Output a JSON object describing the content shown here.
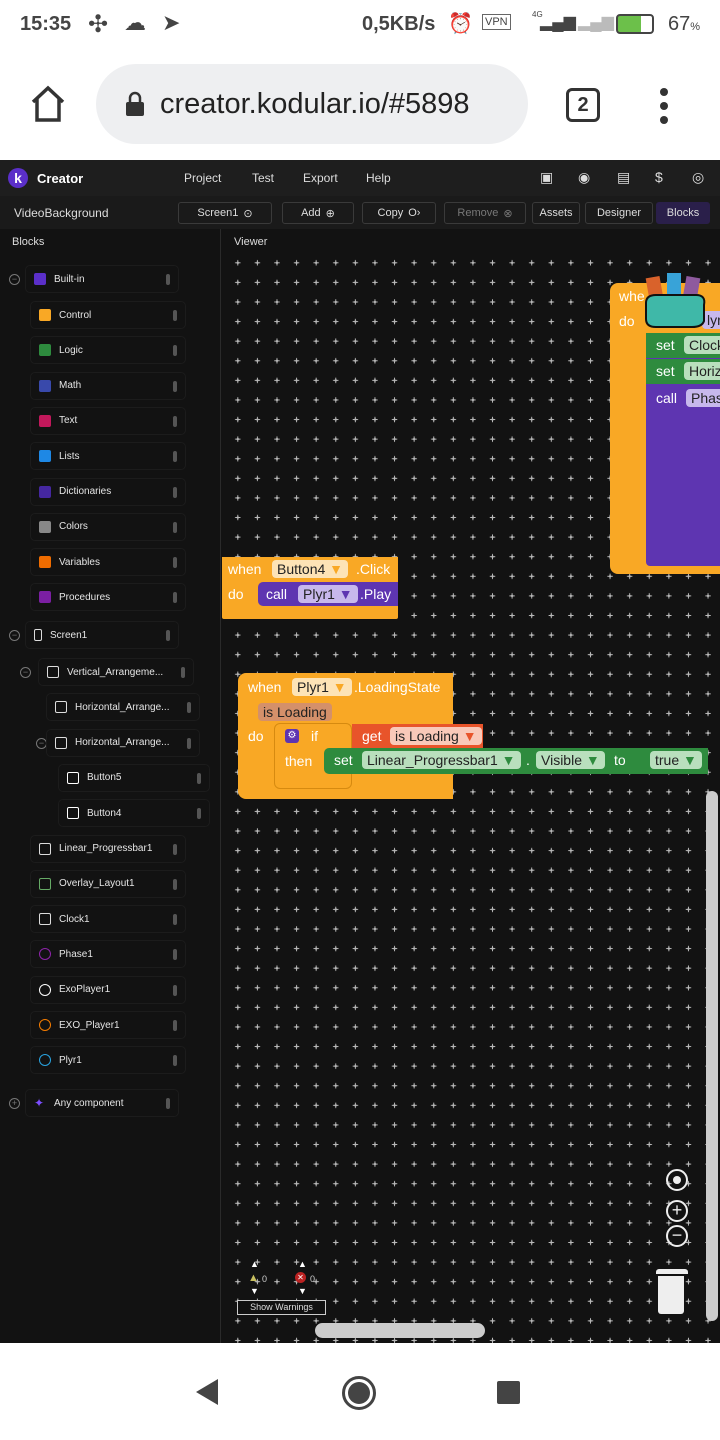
{
  "status_bar": {
    "time": "15:35",
    "speed": "0,5KB/s",
    "vpn": "VPN",
    "network": "4G",
    "battery": "67",
    "battery_unit": "%"
  },
  "browser": {
    "url": "creator.kodular.io/#5898",
    "tabs_count": "2"
  },
  "app": {
    "brand": "Creator",
    "menu": [
      "Project",
      "Test",
      "Export",
      "Help"
    ],
    "project_name": "VideoBackground",
    "toolbar": {
      "screen": "Screen1",
      "add": "Add",
      "copy": "Copy",
      "remove": "Remove",
      "assets": "Assets",
      "designer": "Designer",
      "blocks": "Blocks"
    },
    "accent": "#2a1f4a"
  },
  "sidebar": {
    "title": "Blocks",
    "builtin": {
      "label": "Built-in",
      "items": [
        {
          "label": "Control",
          "color": "#f9a825"
        },
        {
          "label": "Logic",
          "color": "#2e8b3e"
        },
        {
          "label": "Math",
          "color": "#3949ab"
        },
        {
          "label": "Text",
          "color": "#c2185b"
        },
        {
          "label": "Lists",
          "color": "#1e88e5"
        },
        {
          "label": "Dictionaries",
          "color": "#4527a0"
        },
        {
          "label": "Colors",
          "color": "#888888"
        },
        {
          "label": "Variables",
          "color": "#ef6c00"
        },
        {
          "label": "Procedures",
          "color": "#7b1fa2"
        }
      ]
    },
    "screen": {
      "label": "Screen1",
      "children": [
        {
          "label": "Vertical_Arrangeme...",
          "level": 1,
          "toggle": "minus"
        },
        {
          "label": "Horizontal_Arrange...",
          "level": 2
        },
        {
          "label": "Horizontal_Arrange...",
          "level": 2,
          "toggle": "minus"
        },
        {
          "label": "Button5",
          "level": 3
        },
        {
          "label": "Button4",
          "level": 3
        },
        {
          "label": "Linear_Progressbar1",
          "level": 1
        },
        {
          "label": "Overlay_Layout1",
          "level": 1
        },
        {
          "label": "Clock1",
          "level": 1
        },
        {
          "label": "Phase1",
          "level": 1
        },
        {
          "label": "ExoPlayer1",
          "level": 1
        },
        {
          "label": "EXO_Player1",
          "level": 1
        },
        {
          "label": "Plyr1",
          "level": 1
        }
      ]
    },
    "any": "Any component"
  },
  "viewer": {
    "title": "Viewer",
    "block1": {
      "when": "when",
      "component": "Button4",
      "event": ".Click",
      "do": "do",
      "call": "call",
      "target": "Plyr1",
      "method": ".Play"
    },
    "block2": {
      "when": "when",
      "component": "Plyr1",
      "event": ".LoadingState",
      "param": "is Loading",
      "do": "do",
      "if": "if",
      "then": "then",
      "get": "get",
      "var": "is Loading",
      "set": "set",
      "set_comp": "Linear_Progressbar1",
      "dot": ".",
      "prop": "Visible",
      "to": "to",
      "value": "true"
    },
    "block3": {
      "when": "whe",
      "do": "do",
      "comp": "lyr1",
      "s1": "set",
      "f1": "Clock",
      "s2": "set",
      "f2": "Horiz",
      "c": "call",
      "f3": "Phas"
    },
    "warnings": {
      "warn_count": "0",
      "error_count": "0",
      "button": "Show Warnings"
    }
  }
}
